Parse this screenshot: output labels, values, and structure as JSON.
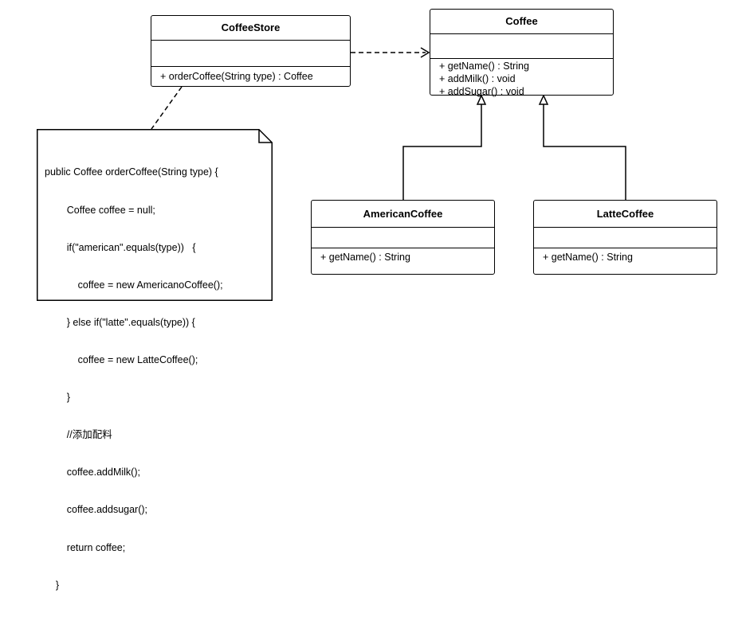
{
  "classes": {
    "coffee_store": {
      "name": "CoffeeStore",
      "operations": [
        "+ orderCoffee(String type) : Coffee"
      ]
    },
    "coffee": {
      "name": "Coffee",
      "operations": [
        "+ getName() : String",
        "+ addMilk() : void",
        "+ addSugar() : void"
      ]
    },
    "american_coffee": {
      "name": "AmericanCoffee",
      "operations": [
        "+ getName() : String"
      ]
    },
    "latte_coffee": {
      "name": "LatteCoffee",
      "operations": [
        "+ getName() : String"
      ]
    }
  },
  "note": {
    "lines": [
      "public Coffee orderCoffee(String type) {",
      "        Coffee coffee = null;",
      "        if(\"american\".equals(type))   {",
      "            coffee = new AmericanoCoffee();",
      "        } else if(\"latte\".equals(type)) {",
      "            coffee = new LatteCoffee();",
      "        }",
      "        //添加配料",
      "        coffee.addMilk();",
      "        coffee.addsugar();",
      "        return coffee;",
      "    }"
    ]
  }
}
